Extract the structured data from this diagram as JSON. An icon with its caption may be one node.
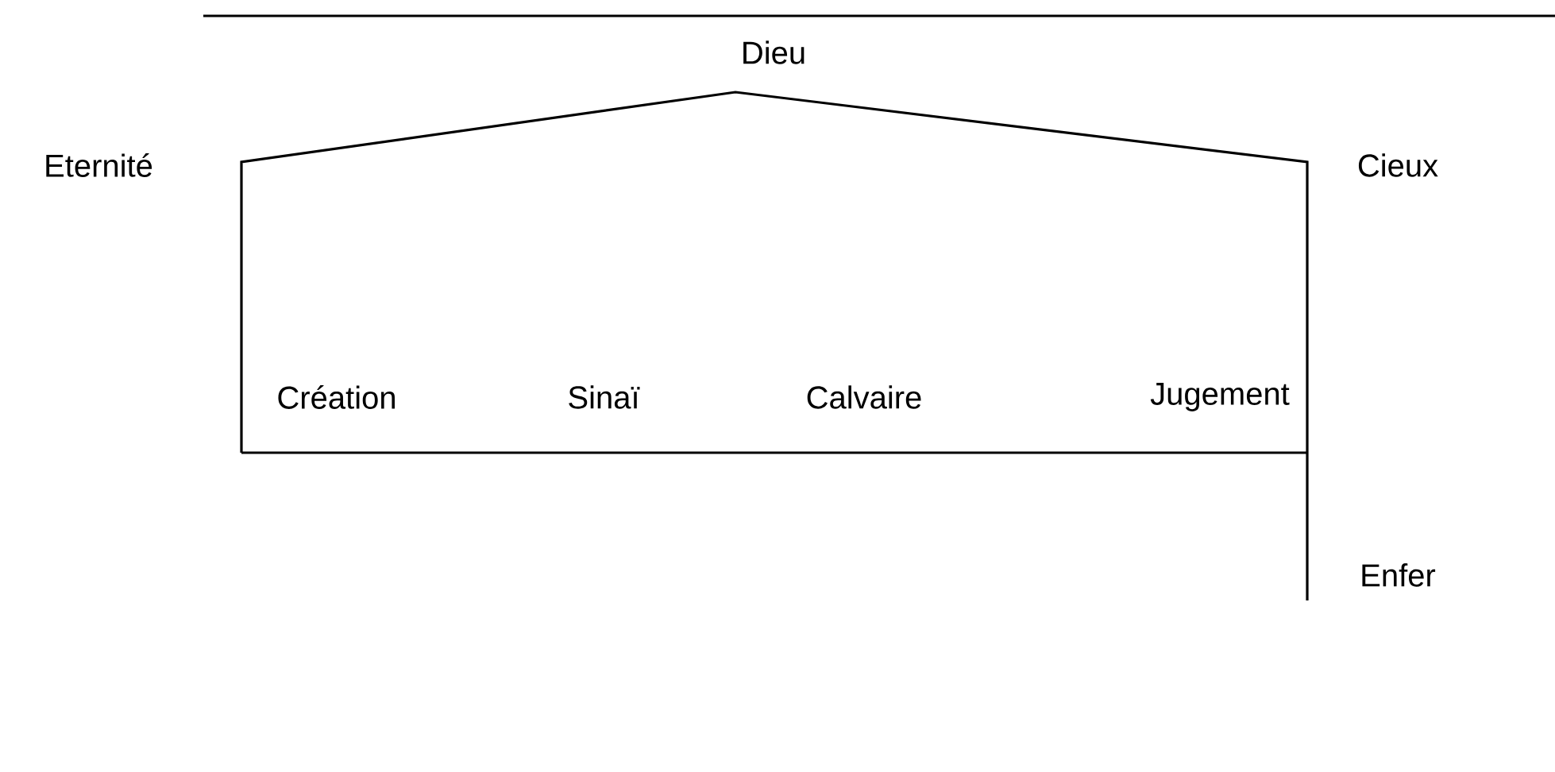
{
  "diagram": {
    "labels": [
      "Dieu",
      "Eternité",
      "Cieux",
      "Création",
      "Sinaï",
      "Calvaire",
      "Jugement",
      "Enfer"
    ]
  }
}
